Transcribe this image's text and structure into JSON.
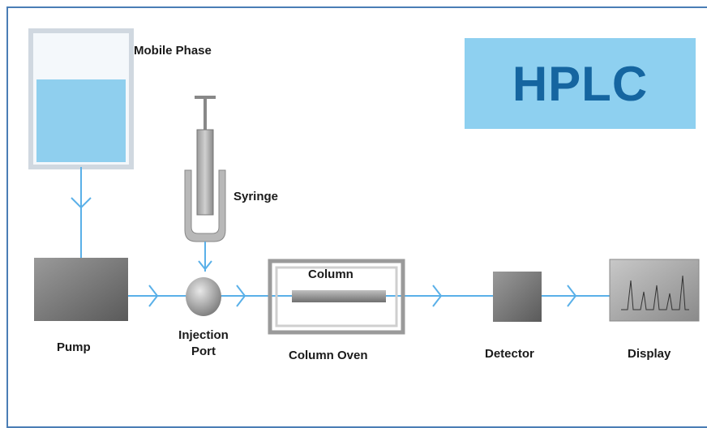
{
  "title": "HPLC",
  "components": {
    "mobile_phase": "Mobile Phase",
    "syringe": "Syringe",
    "pump": "Pump",
    "injection_port_line1": "Injection",
    "injection_port_line2": "Port",
    "column": "Column",
    "column_oven": "Column Oven",
    "detector": "Detector",
    "display": "Display"
  },
  "colors": {
    "flow_line": "#5ab0e8",
    "title_bg": "#8ed0f0",
    "title_text": "#1565a0",
    "frame": "#4a7db5",
    "liquid": "#8fcfee"
  }
}
